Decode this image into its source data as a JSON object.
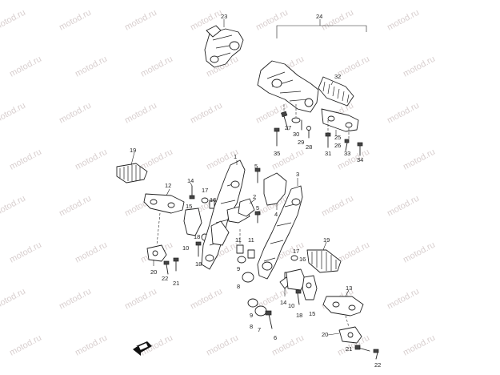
{
  "watermark_text": "motod.ru",
  "callouts": {
    "c1": "1",
    "c2": "2",
    "c3": "3",
    "c4": "4",
    "c5a": "5",
    "c5b": "5",
    "c6": "6",
    "c7": "7",
    "c8a": "8",
    "c8b": "8",
    "c9a": "9",
    "c9b": "9",
    "c10a": "10",
    "c10b": "10",
    "c11a": "11",
    "c11b": "11",
    "c12": "12",
    "c13": "13",
    "c14a": "14",
    "c14b": "14",
    "c15a": "15",
    "c15b": "15",
    "c16a": "16",
    "c16b": "16",
    "c17a": "17",
    "c17b": "17",
    "c18a": "18",
    "c18b": "18",
    "c18c": "18",
    "c19a": "19",
    "c19b": "19",
    "c20a": "20",
    "c20b": "20",
    "c21a": "21",
    "c21b": "21",
    "c22a": "22",
    "c22b": "22",
    "c23": "23",
    "c24": "24",
    "c25": "25",
    "c26": "26",
    "c27": "27",
    "c28": "28",
    "c29": "29",
    "c30": "30",
    "c31": "31",
    "c32": "32",
    "c33": "33",
    "c34": "34",
    "c35": "35"
  },
  "front_arrow_icon": "front-arrow-icon"
}
